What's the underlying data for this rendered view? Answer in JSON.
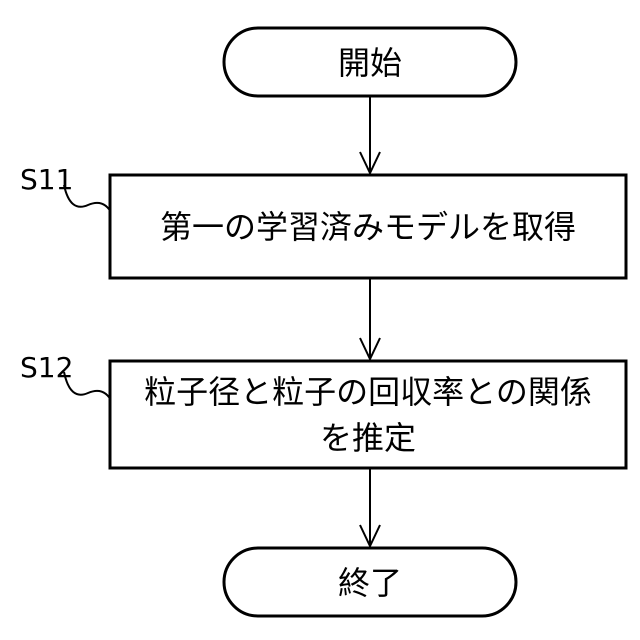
{
  "flowchart": {
    "start": {
      "label": "開始"
    },
    "steps": [
      {
        "id": "S11",
        "label_lines": [
          "第一の学習済みモデルを取得"
        ]
      },
      {
        "id": "S12",
        "label_lines": [
          "粒子径と粒子の回収率との関係",
          "を推定"
        ]
      }
    ],
    "end": {
      "label": "終了"
    }
  },
  "colors": {
    "stroke": "#000000",
    "fill": "#ffffff",
    "text": "#000000"
  }
}
